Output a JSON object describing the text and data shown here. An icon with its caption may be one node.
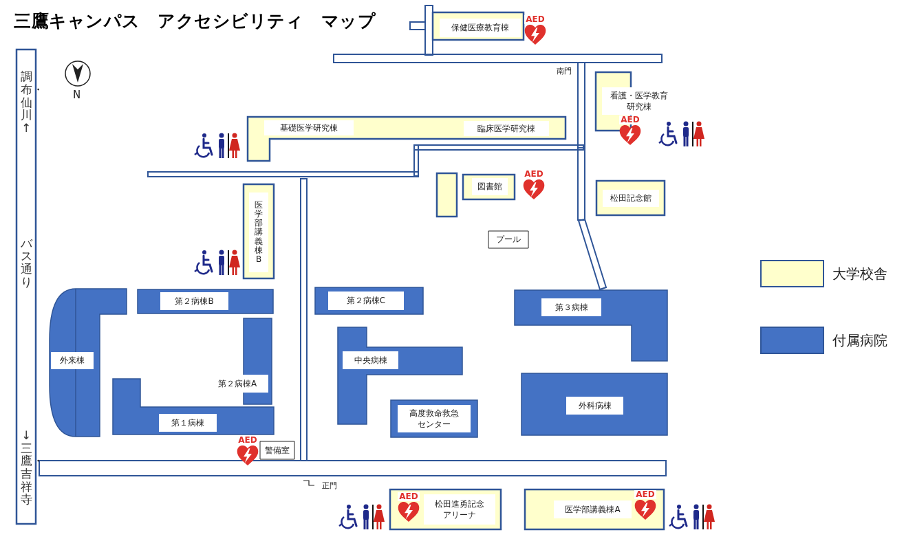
{
  "diagram": {
    "title": "三鷹キャンパス　アクセシビリティ　マップ",
    "nodes": [
      {
        "text": [
          "保健医療教育棟"
        ]
      },
      {
        "text": [
          "看護・医学教育研究棟"
        ]
      },
      {
        "text": [
          "基礎医学研究棟",
          "臨床医学研究棟"
        ]
      },
      {
        "text": [],
        "shape": "box"
      },
      {
        "text": [
          "図書館"
        ]
      },
      {
        "text": [
          "松田記念館"
        ]
      },
      {
        "text": [
          "医学部講義棟B"
        ]
      },
      {
        "text": [
          "プール"
        ]
      },
      {
        "text": [
          "第２病棟B"
        ]
      },
      {
        "text": [
          "第２病棟C"
        ]
      },
      {
        "text": [
          "第３病棟"
        ]
      },
      {
        "text": [
          "外来棟"
        ]
      },
      {
        "text": [
          "中央病棟"
        ]
      },
      {
        "text": [
          "第２病棟A"
        ]
      },
      {
        "text": [
          "外科病棟"
        ]
      },
      {
        "text": [
          "第１病棟"
        ]
      },
      {
        "text": [
          "高度救命救急センター"
        ]
      },
      {
        "text": [
          "警備室"
        ]
      },
      {
        "text": [
          "松田進勇記念アリーナ"
        ]
      },
      {
        "text": [
          "医学部講義棟A"
        ]
      },
      {
        "text": [
          "調布・仙川↑",
          "バス通り",
          "↓三鷹・吉祥寺"
        ]
      }
    ],
    "labels": [
      "AED",
      "南門",
      "N",
      "AED",
      "AED",
      "AED",
      "正門",
      "AED",
      "AED"
    ],
    "legend": [
      {
        "text": "大学校舎",
        "color": "#ffffcc"
      },
      {
        "text": "付属病院",
        "color": "#4472c4"
      }
    ]
  }
}
